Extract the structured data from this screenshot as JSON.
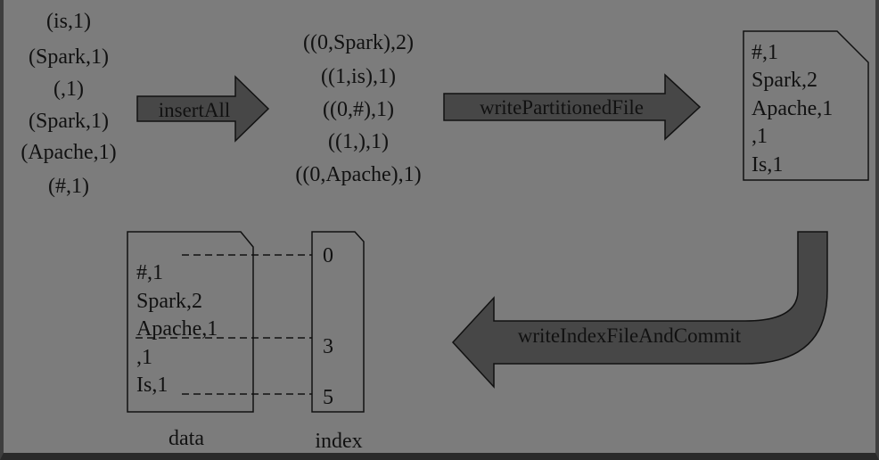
{
  "input_records": [
    "(is,1)",
    "(Spark,1)",
    "(,1)",
    "(Spark,1)",
    "(Apache,1)",
    "(#,1)"
  ],
  "steps": {
    "insert": "insertAll",
    "write_partitioned": "writePartitionedFile",
    "write_index": "writeIndexFileAndCommit"
  },
  "partitioned_records": [
    "((0,Spark),2)",
    "((1,is),1)",
    "((0,#),1)",
    "((1,),1)",
    "((0,Apache),1)"
  ],
  "file_records": [
    "#,1",
    "Spark,2",
    "Apache,1",
    ",1",
    "Is,1"
  ],
  "data_file": {
    "label": "data",
    "records": [
      "#,1",
      "Spark,2",
      "Apache,1",
      ",1",
      "Is,1"
    ]
  },
  "index_file": {
    "label": "index",
    "offsets": [
      "0",
      "3",
      "5"
    ]
  }
}
